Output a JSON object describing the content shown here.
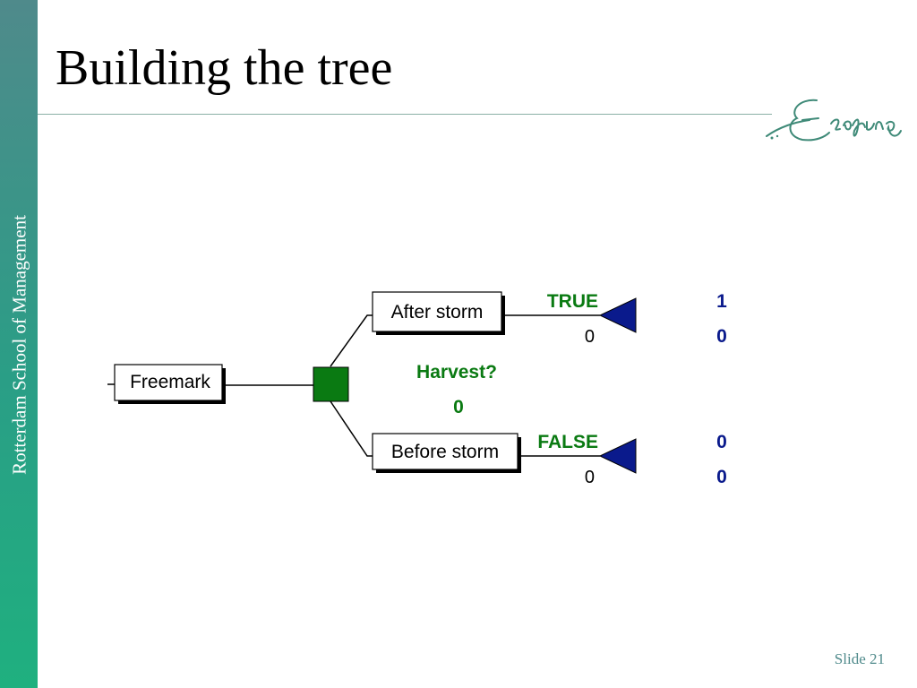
{
  "sidebar": {
    "text": "Rotterdam School of Management"
  },
  "slide": {
    "title": "Building the tree",
    "number": "Slide 21"
  },
  "tree": {
    "root_label": "Freemark",
    "decision_label": "Harvest?",
    "decision_value": "0",
    "branches": [
      {
        "label": "After storm",
        "outcome": "TRUE",
        "payoff": "0",
        "probability": "1",
        "value": "0"
      },
      {
        "label": "Before storm",
        "outcome": "FALSE",
        "payoff": "0",
        "probability": "0",
        "value": "0"
      }
    ]
  },
  "colors": {
    "sidebar": "#2a9e86",
    "decision_node": "#0a7a12",
    "terminal_node": "#0a1a8c",
    "green_text": "#0a7a12",
    "blue_text": "#0a1a8c",
    "accent_rule": "#8ab0a6"
  }
}
